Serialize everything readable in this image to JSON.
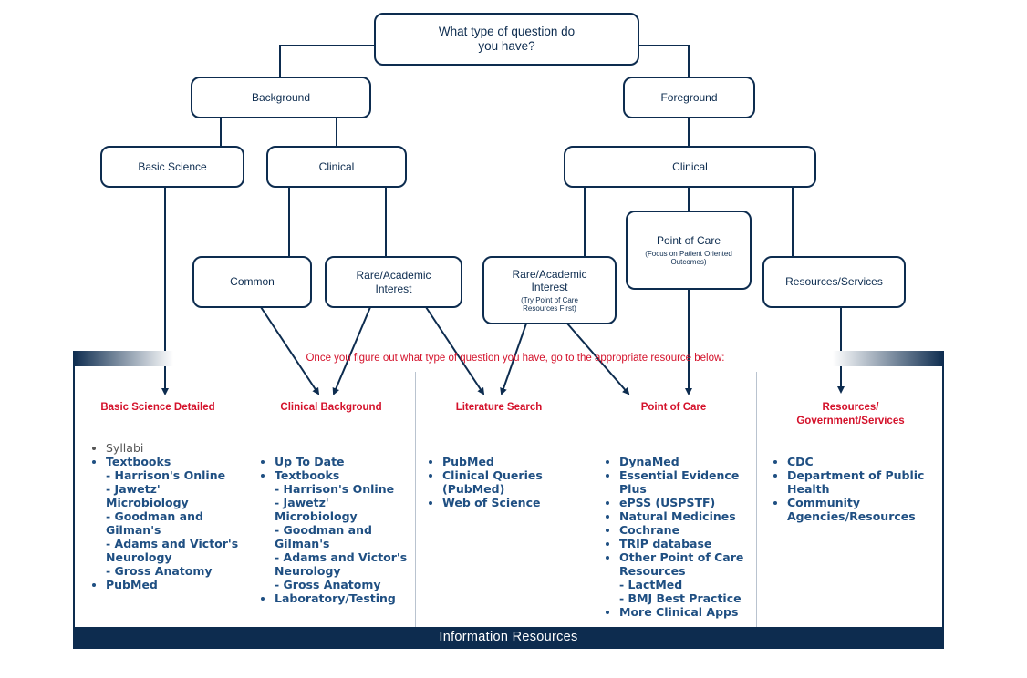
{
  "nodes": {
    "root": "What type of question do you have?",
    "background": "Background",
    "foreground": "Foreground",
    "basic_science": "Basic Science",
    "clinical_bg": "Clinical",
    "clinical_fg": "Clinical",
    "common": "Common",
    "rare_bg": "Rare/Academic Interest",
    "rare_fg": "Rare/Academic Interest",
    "rare_fg_note": "(Try Point of Care Resources First)",
    "point_of_care": "Point of Care",
    "point_of_care_note": "(Focus on Patient Oriented Outcomes)",
    "resources_services": "Resources/Services"
  },
  "instruction": "Once you figure out what type of question you have, go to the appropriate resource below:",
  "columns": [
    {
      "title": "Basic Science Detailed",
      "items": [
        {
          "text": "Syllabi",
          "plain": true
        },
        {
          "text": "Textbooks"
        },
        {
          "text": "- Harrison's Online"
        },
        {
          "text": "- Jawetz' Microbiology"
        },
        {
          "text": "- Goodman and Gilman's"
        },
        {
          "text": "- Adams and Victor's Neurology"
        },
        {
          "text": "- Gross Anatomy"
        },
        {
          "text": "PubMed"
        }
      ]
    },
    {
      "title": "Clinical Background",
      "items": [
        {
          "text": "Up To Date"
        },
        {
          "text": "Textbooks"
        },
        {
          "text": "- Harrison's Online"
        },
        {
          "text": "- Jawetz' Microbiology"
        },
        {
          "text": "- Goodman and Gilman's"
        },
        {
          "text": "- Adams and Victor's Neurology"
        },
        {
          "text": "- Gross Anatomy"
        },
        {
          "text": "Laboratory/Testing"
        }
      ]
    },
    {
      "title": "Literature Search",
      "items": [
        {
          "text": "PubMed"
        },
        {
          "text": "Clinical Queries (PubMed)"
        },
        {
          "text": "Web of Science"
        }
      ]
    },
    {
      "title": "Point of Care",
      "items": [
        {
          "text": "DynaMed"
        },
        {
          "text": "Essential Evidence Plus"
        },
        {
          "text": "ePSS (USPSTF)"
        },
        {
          "text": "Natural Medicines"
        },
        {
          "text": "Cochrane"
        },
        {
          "text": "TRIP database"
        },
        {
          "text": "Other Point of Care Resources"
        },
        {
          "text": "- LactMed"
        },
        {
          "text": "- BMJ Best Practice"
        },
        {
          "text": "More Clinical Apps"
        }
      ]
    },
    {
      "title": "Resources/ Government/Services",
      "items": [
        {
          "text": "CDC"
        },
        {
          "text": "Department of Public Health"
        },
        {
          "text": "Community Agencies/Resources"
        }
      ]
    }
  ],
  "footer": "Information Resources",
  "colors": {
    "navy": "#0d2c4f",
    "red": "#d4122b",
    "link": "#1f4f82"
  }
}
